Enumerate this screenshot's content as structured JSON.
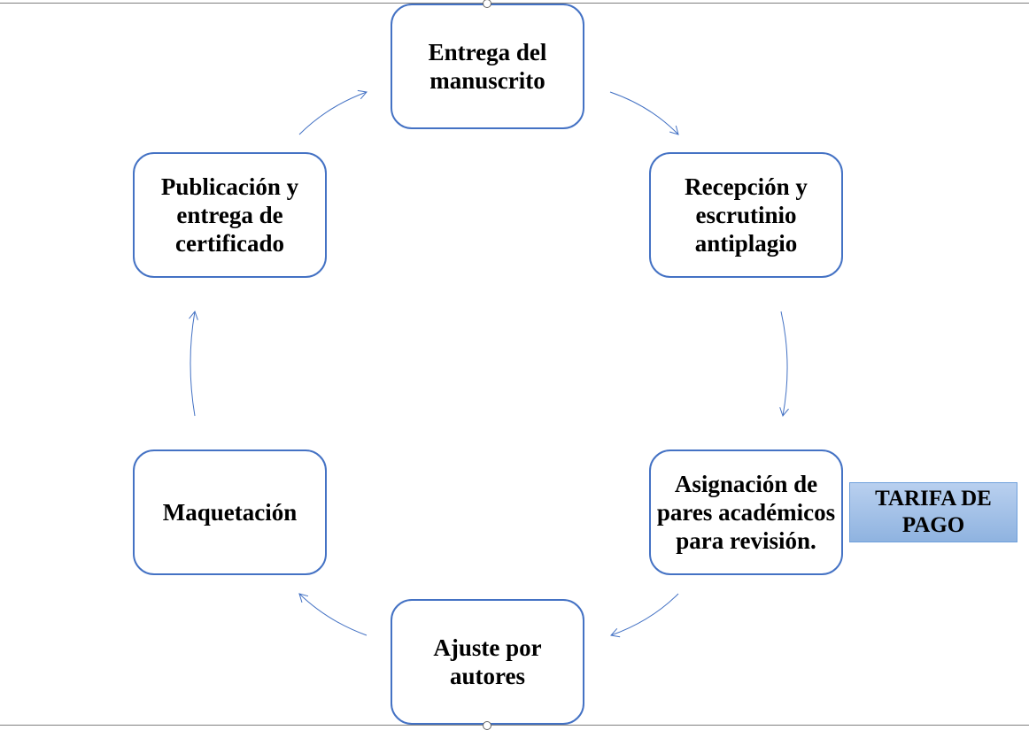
{
  "steps": [
    {
      "label": "Entrega del manuscrito"
    },
    {
      "label": "Recepción y escrutinio antiplagio"
    },
    {
      "label": "Asignación de pares académicos para revisión."
    },
    {
      "label": "Ajuste por autores"
    },
    {
      "label": "Maquetación"
    },
    {
      "label": "Publicación y entrega de certificado"
    }
  ],
  "callout": {
    "label": "TARIFA DE PAGO"
  },
  "colors": {
    "border": "#4472c4",
    "arrow": "#4472c4",
    "callout_fill": "#a6c3ea"
  }
}
